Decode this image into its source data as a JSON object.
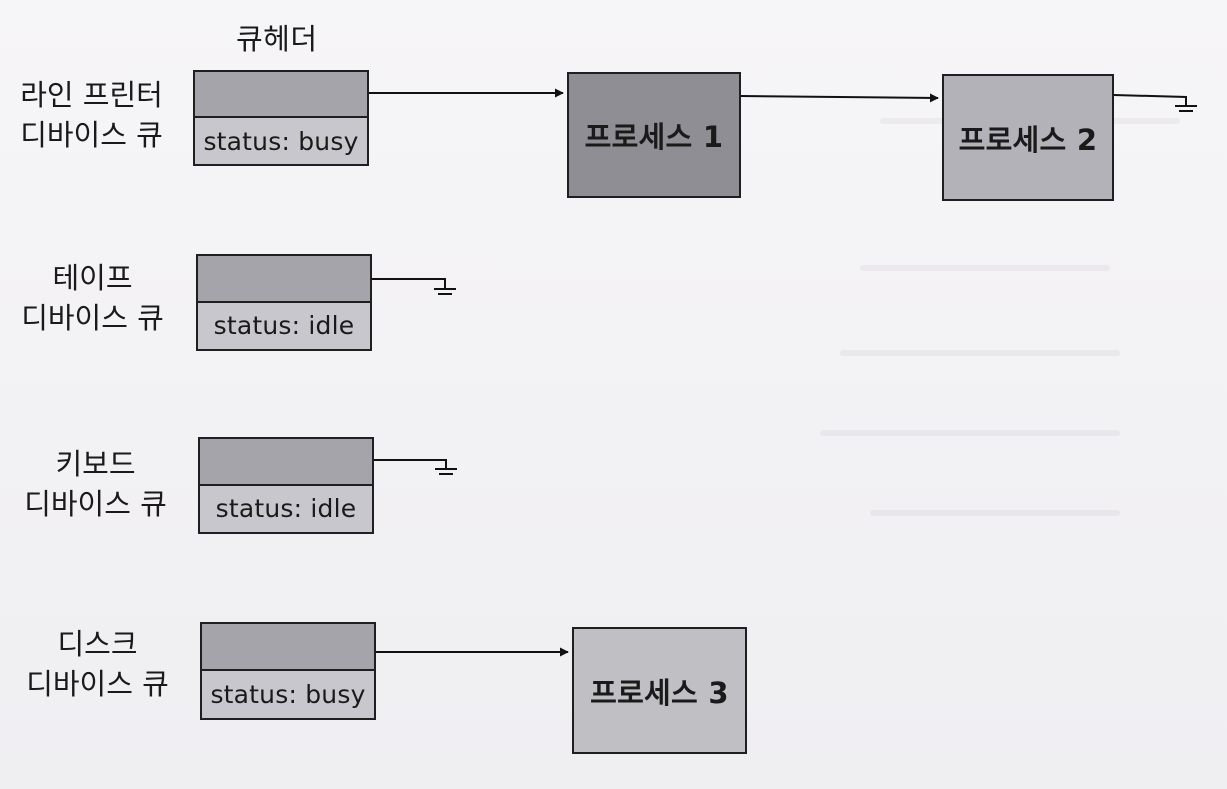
{
  "header_title": "큐헤더",
  "queues": [
    {
      "label_line1": "라인 프린터",
      "label_line2": "디바이스 큐",
      "status": "status: busy",
      "processes": [
        "프로세스 1",
        "프로세스 2"
      ]
    },
    {
      "label_line1": "테이프",
      "label_line2": "디바이스 큐",
      "status": "status: idle",
      "processes": []
    },
    {
      "label_line1": "키보드",
      "label_line2": "디바이스 큐",
      "status": "status: idle",
      "processes": []
    },
    {
      "label_line1": "디스크",
      "label_line2": "디바이스 큐",
      "status": "status: busy",
      "processes": [
        "프로세스 3"
      ]
    }
  ],
  "colors": {
    "header_top_fill": "#a5a4ab",
    "header_status_fill": "#c8c7cd",
    "process1_fill": "#8f8e94",
    "process2_fill": "#b3b2b8",
    "process3_fill": "#c0bfc4",
    "line": "#111111"
  }
}
